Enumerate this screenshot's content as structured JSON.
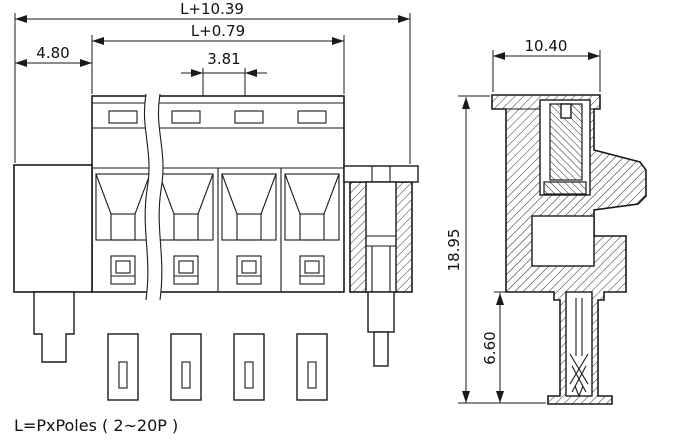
{
  "drawing_note": "L=PxPoles ( 2~20P )",
  "front_view": {
    "dim_overall_width": "L+10.39",
    "dim_inner_width": "L+0.79",
    "dim_left_section_width": "4.80",
    "dim_pitch": "3.81"
  },
  "side_view": {
    "dim_top_width": "10.40",
    "dim_total_height": "18.95",
    "dim_lower_height": "6.60"
  },
  "colors": {
    "line": "#1a1a1a",
    "background": "#ffffff"
  }
}
